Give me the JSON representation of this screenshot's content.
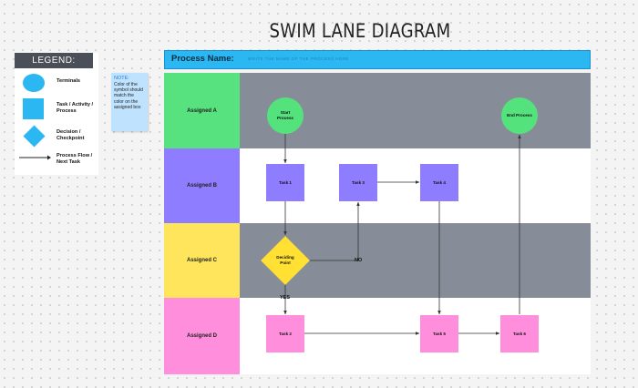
{
  "title": "SWIM LANE DIAGRAM",
  "legend": {
    "title": "LEGEND:",
    "items": [
      {
        "shape": "circle",
        "label": "Terminals"
      },
      {
        "shape": "square",
        "label": "Task / Activity / Process"
      },
      {
        "shape": "diamond",
        "label": "Decision / Checkpoint"
      },
      {
        "shape": "arrow",
        "label": "Process Flow / Next Task"
      }
    ]
  },
  "note": {
    "title": "NOTE:",
    "text": "Color of the symbol should match the color on the assigned box"
  },
  "header": {
    "label": "Process Name:",
    "hint": "WRITE THE NAME OF THE PROCESS HERE"
  },
  "lanes": [
    {
      "label": "Assigned A",
      "color": "#58e27f"
    },
    {
      "label": "Assigned B",
      "color": "#8f7dff"
    },
    {
      "label": "Assigned C",
      "color": "#ffe55c"
    },
    {
      "label": "Assigned D",
      "color": "#ff8fdc"
    }
  ],
  "nodes": {
    "start": "Start Process",
    "end": "End Process",
    "task1": "Task 1",
    "task3": "Task 3",
    "task4": "Task 4",
    "decision": "Deciding Point",
    "task2": "Task 2",
    "task5": "Task 5",
    "task6": "Task 6"
  },
  "edge_labels": {
    "no": "NO",
    "yes": "YES"
  },
  "colors": {
    "lane_dark": "#878d98",
    "lane_light": "#ffffff",
    "header": "#2bb7f2",
    "terminal": "#54e27c",
    "decision": "#ffe033",
    "legend_shape": "#2bb7f2"
  }
}
